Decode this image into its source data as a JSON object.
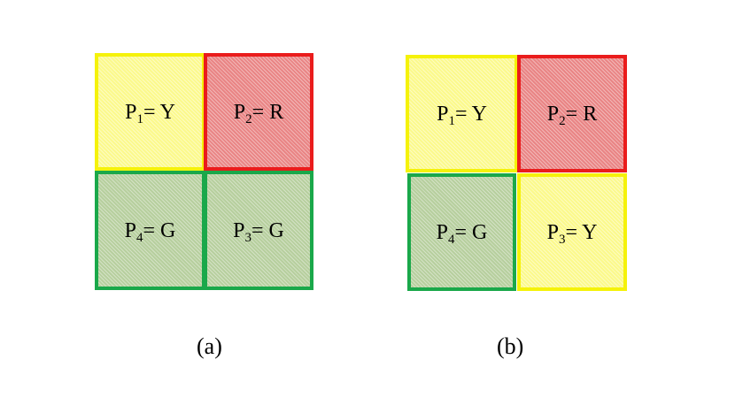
{
  "diagrams": [
    {
      "caption": "(a)",
      "cells": [
        {
          "p": "P",
          "sub": "1",
          "rest": "= Y",
          "color": "yellow"
        },
        {
          "p": "P",
          "sub": "2",
          "rest": "= R",
          "color": "red"
        },
        {
          "p": "P",
          "sub": "4",
          "rest": "= G",
          "color": "green"
        },
        {
          "p": "P",
          "sub": "3",
          "rest": "= G",
          "color": "green"
        }
      ]
    },
    {
      "caption": "(b)",
      "cells": [
        {
          "p": "P",
          "sub": "1",
          "rest": "= Y",
          "color": "yellow"
        },
        {
          "p": "P",
          "sub": "2",
          "rest": "= R",
          "color": "red"
        },
        {
          "p": "P",
          "sub": "4",
          "rest": "= G",
          "color": "green"
        },
        {
          "p": "P",
          "sub": "3",
          "rest": "= Y",
          "color": "yellow"
        }
      ]
    }
  ],
  "colors": {
    "yellow": "#f5f20a",
    "red": "#ea1c1c",
    "green": "#1aa84a"
  }
}
